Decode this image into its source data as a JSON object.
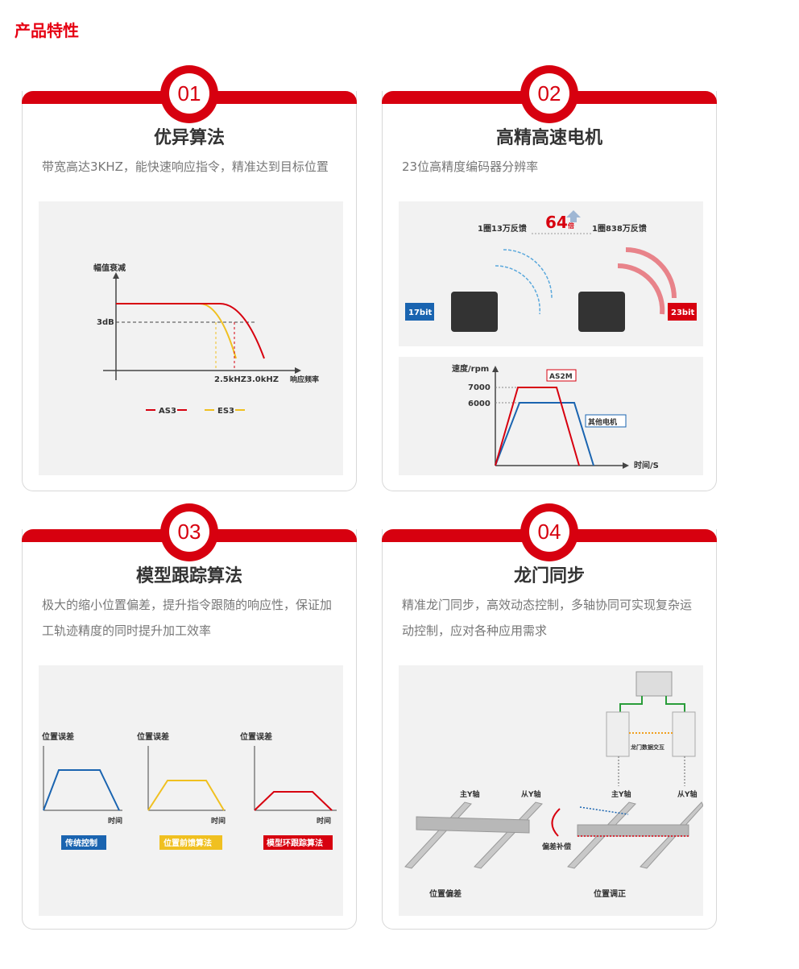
{
  "page_title": "产品特性",
  "cards": [
    {
      "num": "01",
      "title": "优异算法",
      "desc": "带宽高达3KHZ，能快速响应指令，精准达到目标位置",
      "fig": {
        "ylabel": "幅值衰减",
        "db": "3dB",
        "f1": "2.5kHZ",
        "f2": "3.0kHZ",
        "xlabel": "响应频率",
        "legend": [
          "AS3",
          "ES3"
        ]
      }
    },
    {
      "num": "02",
      "title": "高精高速电机",
      "desc": "23位高精度编码器分辨率",
      "fig": {
        "left_label": "1圈13万反馈",
        "right_label": "1圈838万反馈",
        "ratio": "64",
        "ratio_unit": "倍",
        "bit_low": "17bit",
        "bit_high": "23bit",
        "ylabel": "速度/rpm",
        "y_high": "7000",
        "y_low": "6000",
        "xlabel": "时间/S",
        "series_a": "AS2M",
        "series_b": "其他电机"
      }
    },
    {
      "num": "03",
      "title": "模型跟踪算法",
      "desc": "极大的缩小位置偏差，提升指令跟随的响应性，保证加工轨迹精度的同时提升加工效率",
      "fig": {
        "ylabel": "位置误差",
        "xlabel": "时间",
        "labels": [
          "传统控制",
          "位置前馈算法",
          "模型环跟踪算法"
        ]
      }
    },
    {
      "num": "04",
      "title": "龙门同步",
      "desc": "精准龙门同步，高效动态控制，多轴协同可实现复杂运动控制，应对各种应用需求",
      "fig": {
        "exchange": "龙门数据交互",
        "master": "主Y轴",
        "slave": "从Y轴",
        "comp": "偏差补偿",
        "left_caption": "位置偏差",
        "right_caption": "位置调正"
      }
    }
  ],
  "colors": {
    "red": "#d7000f",
    "yellow": "#f0c020",
    "blue": "#1a64b0"
  }
}
